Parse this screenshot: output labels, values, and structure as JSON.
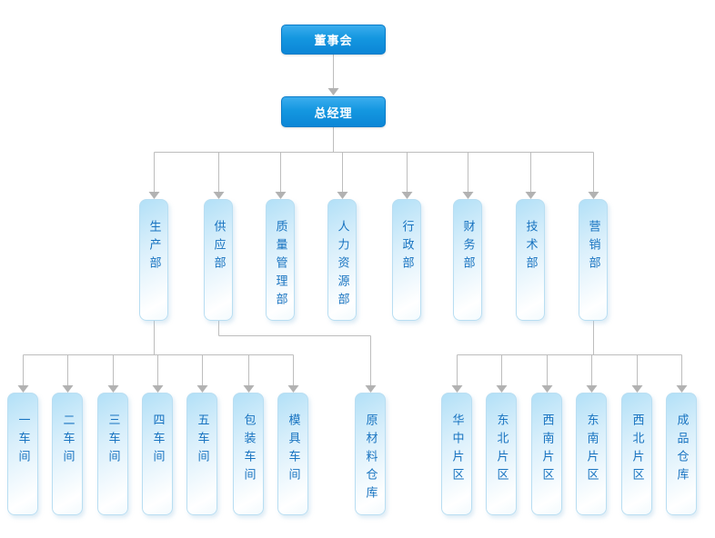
{
  "org": {
    "board": "董事会",
    "general_manager": "总经理",
    "departments": [
      "生产部",
      "供应部",
      "质量管理部",
      "人力资源部",
      "行政部",
      "财务部",
      "技术部",
      "营销部"
    ],
    "production_children": [
      "一车间",
      "二车间",
      "三车间",
      "四车间",
      "五车间",
      "包装车间",
      "模具车间"
    ],
    "supply_children": [
      "原材料仓库"
    ],
    "marketing_children": [
      "华中片区",
      "东北片区",
      "西南片区",
      "东南片区",
      "西北片区",
      "成品仓库"
    ]
  },
  "colors": {
    "executive_node_top": "#3badee",
    "executive_node_bottom": "#0c86d6",
    "executive_text": "#ffffff",
    "department_node_fill": "#b2e0f7",
    "department_node_border": "#b9def2",
    "department_text": "#1873c0",
    "connector_line": "#bdbdbd",
    "arrowhead": "#b2b2b2",
    "background": "#ffffff"
  }
}
